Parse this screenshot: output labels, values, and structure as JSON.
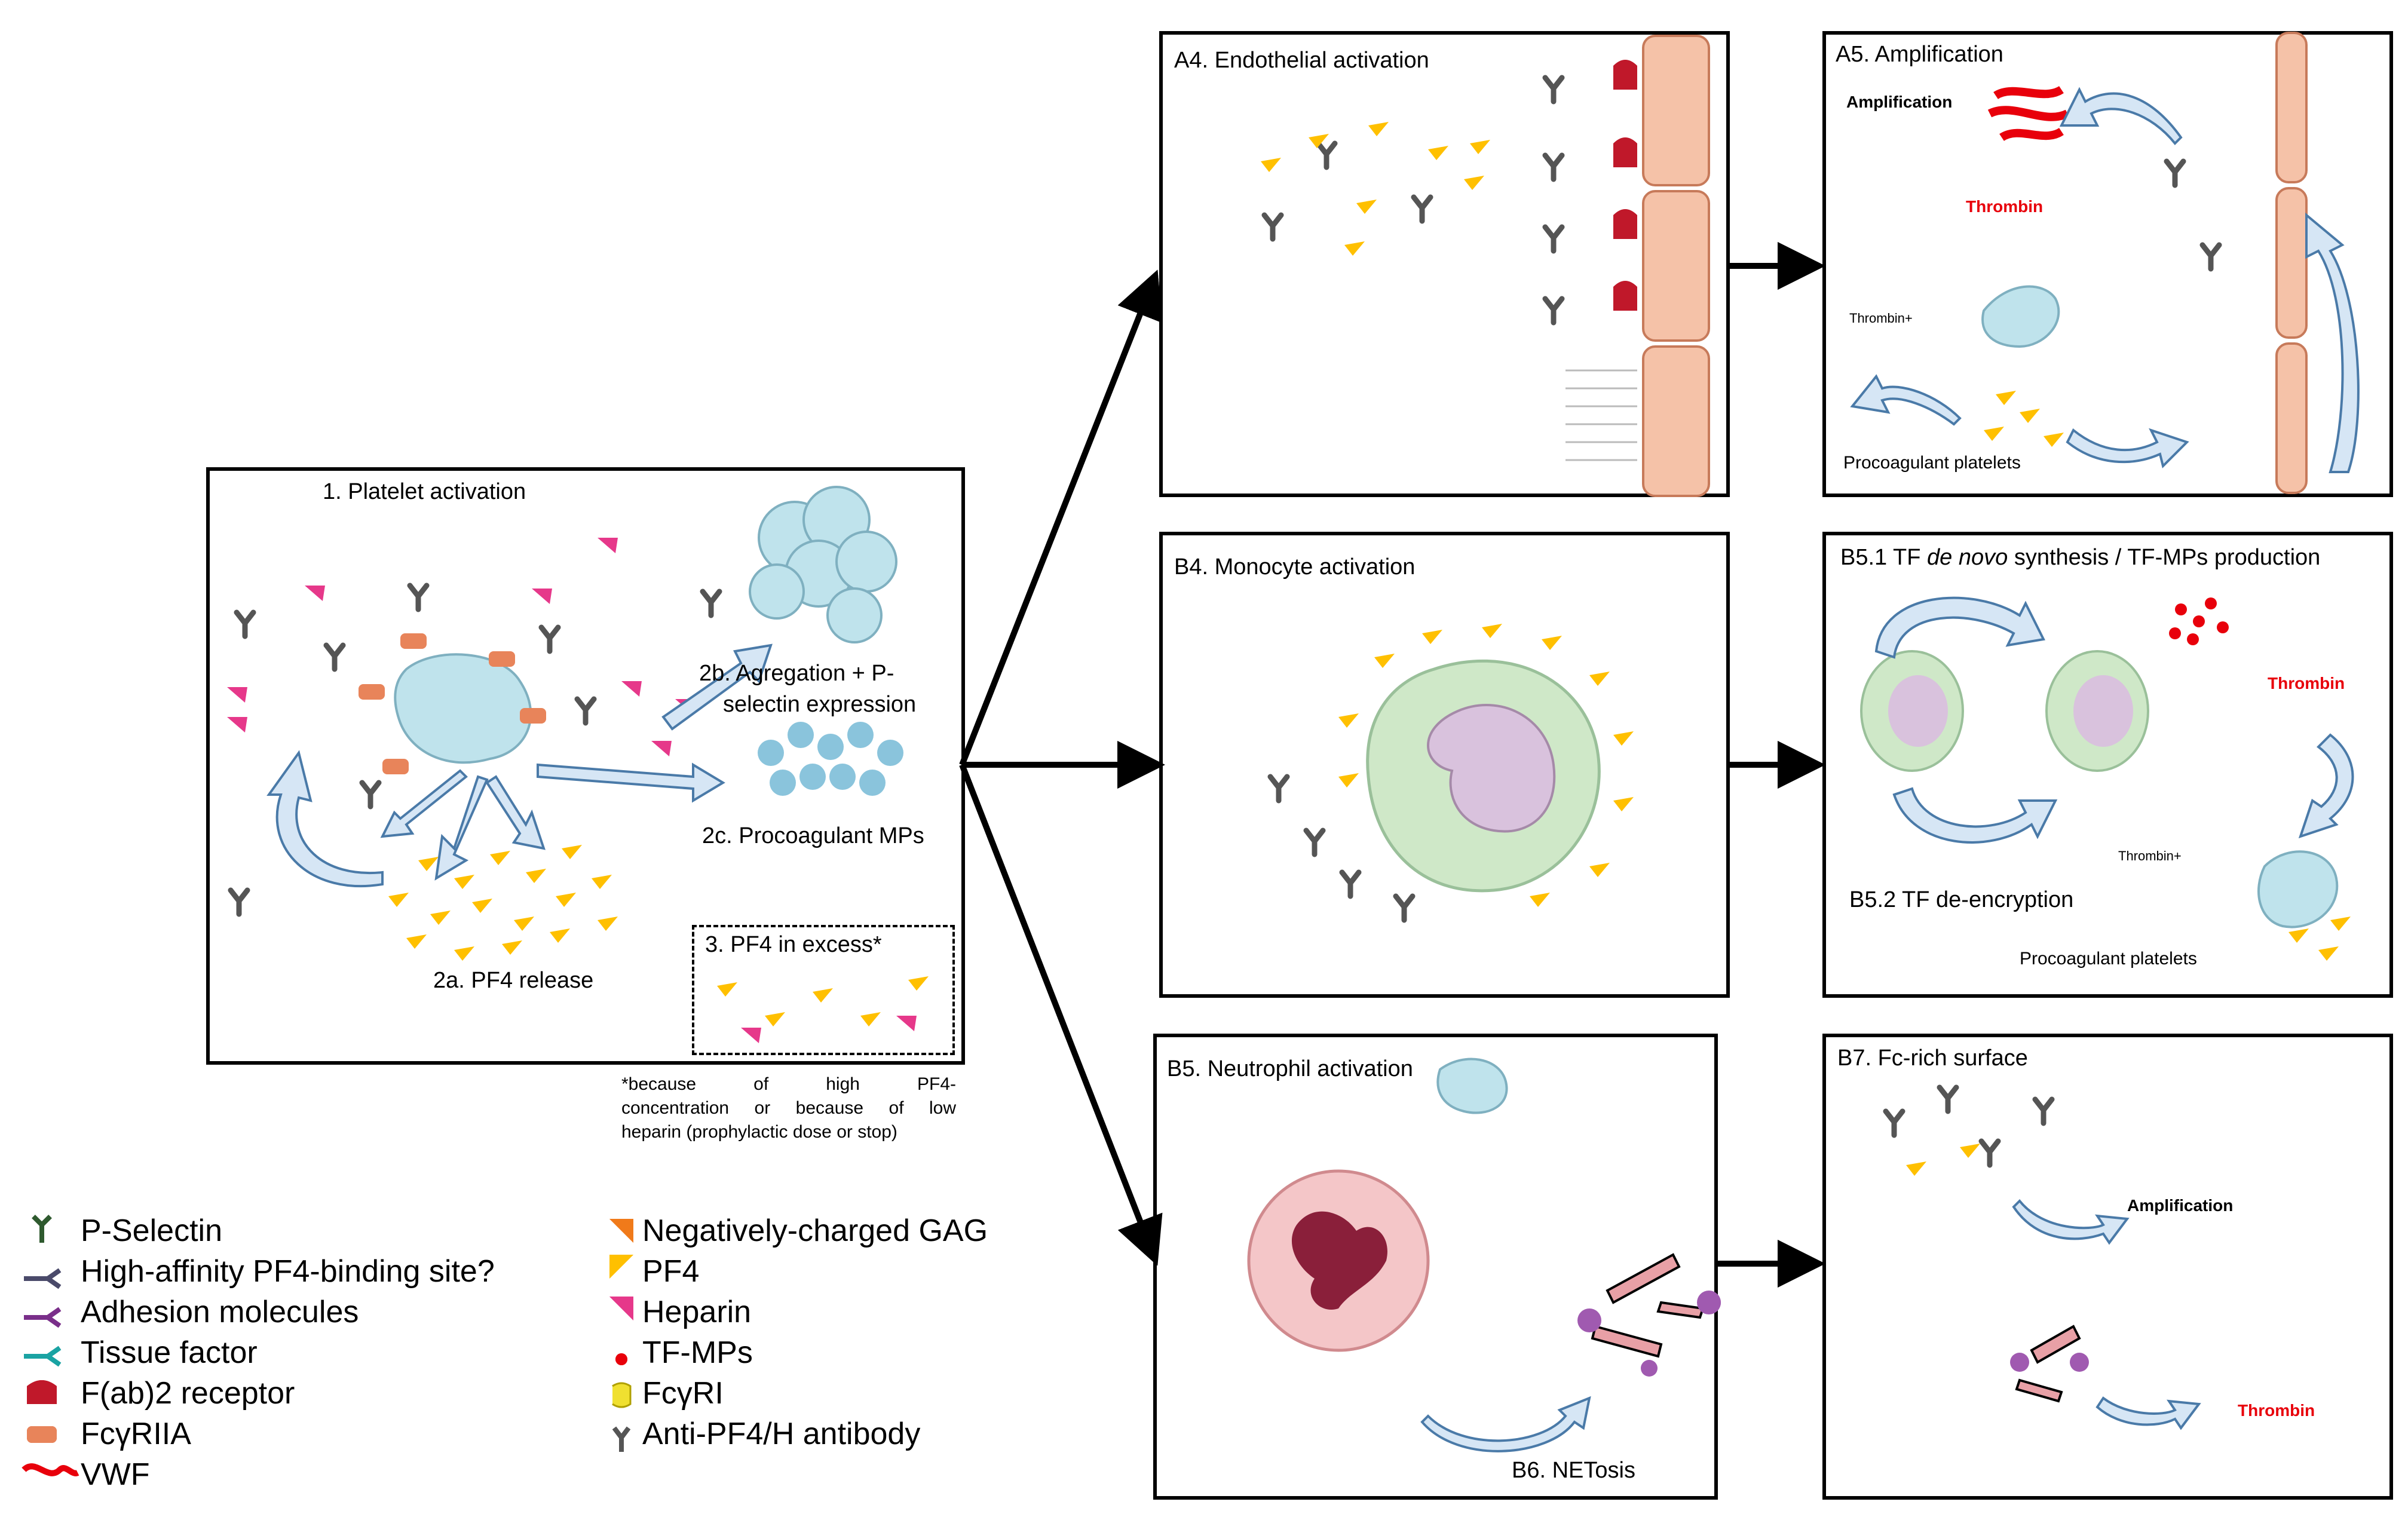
{
  "panels": {
    "p1": {
      "title": "1. Platelet activation",
      "release": "2a. PF4 release",
      "aggregation_line1": "2b. Agregation + P-",
      "aggregation_line2": "selectin expression",
      "mps": "2c. Procoagulant MPs",
      "excess": "3. PF4 in excess*"
    },
    "note": {
      "line1": "*because of high PF4-",
      "line2": "concentration or because of low",
      "line3": "heparin (prophylactic dose or stop)"
    },
    "a4": {
      "title": "A4. Endothelial activation"
    },
    "a5": {
      "title": "A5. Amplification",
      "amplification": "Amplification",
      "thrombin": "Thrombin",
      "thrombin_plus": "Thrombin+",
      "procoag": "Procoagulant platelets"
    },
    "b4": {
      "title": "B4. Monocyte activation"
    },
    "b51": {
      "title_prefix": "B5.1 TF ",
      "title_italic": "de novo",
      "title_suffix": " synthesis / TF-MPs production",
      "thrombin": "Thrombin",
      "deencryption": "B5.2 TF de-encryption",
      "thrombin_plus": "Thrombin+",
      "procoag": "Procoagulant platelets"
    },
    "b5": {
      "title": "B5. Neutrophil activation",
      "netosis": "B6. NETosis"
    },
    "b7": {
      "title": "B7. Fc-rich surface",
      "amplification": "Amplification",
      "thrombin": "Thrombin"
    }
  },
  "legend": {
    "left": [
      {
        "icon": "p-selectin-icon",
        "label": "P-Selectin",
        "color": "#2f5a2f"
      },
      {
        "icon": "high-affinity-site-icon",
        "label": "High-affinity PF4-binding site?",
        "color": "#4a4a6a"
      },
      {
        "icon": "adhesion-molecule-icon",
        "label": "Adhesion molecules",
        "color": "#7a2f8a"
      },
      {
        "icon": "tissue-factor-icon",
        "label": "Tissue factor",
        "color": "#1aa3a3"
      },
      {
        "icon": "fab2-receptor-icon",
        "label": "F(ab)2 receptor",
        "color": "#c0182a"
      },
      {
        "icon": "fcgriia-icon",
        "label": "FcγRIIA",
        "color": "#e8845a"
      },
      {
        "icon": "vwf-icon",
        "label": "VWF",
        "color": "#e8000b"
      }
    ],
    "right": [
      {
        "icon": "gag-icon",
        "label": "Negatively-charged GAG",
        "color": "#f07a1a"
      },
      {
        "icon": "pf4-icon",
        "label": "PF4",
        "color": "#ffc000"
      },
      {
        "icon": "heparin-icon",
        "label": "Heparin",
        "color": "#e6388a"
      },
      {
        "icon": "tf-mps-icon",
        "label": "TF-MPs",
        "color": "#e8000b"
      },
      {
        "icon": "fcgri-icon",
        "label": "FcγRI",
        "color": "#f0e030"
      },
      {
        "icon": "antibody-icon",
        "label": "Anti-PF4/H antibody",
        "color": "#555555"
      }
    ]
  },
  "colors": {
    "arrow_fill": "#d6e6f5",
    "arrow_stroke": "#4a7aa8",
    "platelet": "#bfe3ec",
    "cell_wall": "#f5c2a8",
    "pf4": "#ffc000",
    "heparin": "#e6388a"
  }
}
